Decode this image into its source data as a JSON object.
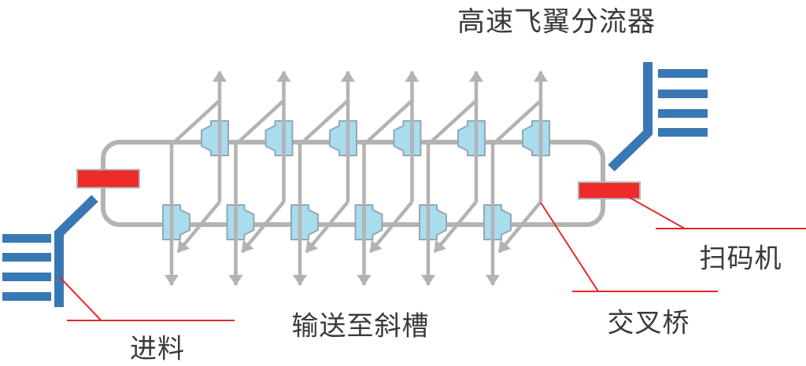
{
  "title": "高速飞翼分流器",
  "labels": {
    "infeed": "进料",
    "chute": "输送至斜槽",
    "cross_bridge": "交叉桥",
    "scanner": "扫码机"
  },
  "components": {
    "track": "oval conveyor loop",
    "top_diverter_count": 6,
    "bottom_diverter_count": 6,
    "up_exit_arrow_count": 6,
    "down_exit_arrow_count": 6,
    "cross_bridge_count": 6,
    "infeed_conveyor_lines": 4,
    "outfeed_conveyor_lines": 4,
    "scanner_count": 2
  },
  "colors": {
    "line_gray": "#b3b3b3",
    "diverter_fill": "#a9dcec",
    "diverter_stroke": "#93a8b2",
    "conveyor_blue": "#3878b4",
    "scanner_red": "#ed2b2b",
    "annotation_red": "#e8262a",
    "text_color": "#3a3a3a",
    "background": "#ffffff"
  }
}
